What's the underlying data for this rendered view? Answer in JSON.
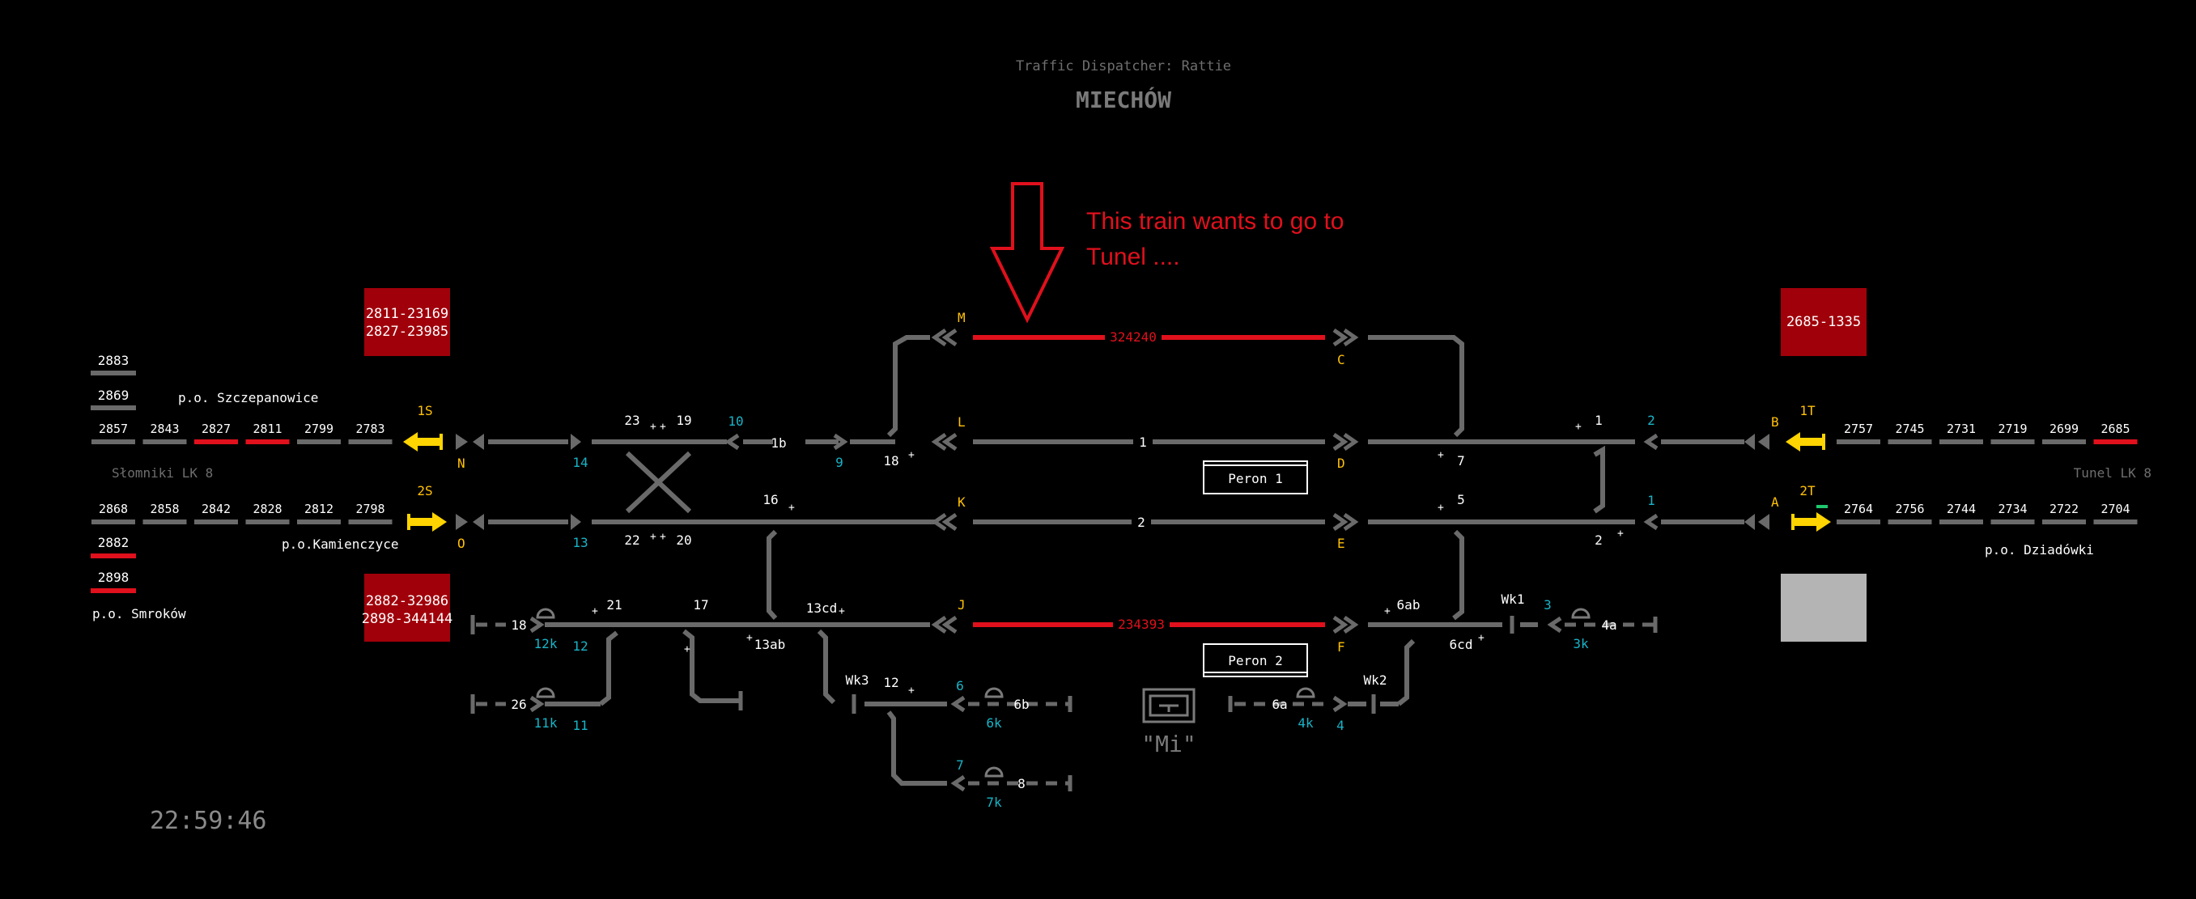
{
  "header": {
    "dispatcher": "Traffic Dispatcher: Rattie",
    "station": "MIECHÓW"
  },
  "clock": "22:59:46",
  "annotation": {
    "line1": "This train wants to go to",
    "line2": "Tunel ....",
    "color": "#e0101c"
  },
  "colors": {
    "track": "#6a6a6a",
    "occupied": "#e0101c",
    "signal_clear": "#ffd400",
    "platform_border": "#ffffff",
    "label_cyan": "#18b4c8",
    "label_yellow": "#ffc107"
  },
  "trains": {
    "west_top": [
      "2811-23169",
      "2827-23985"
    ],
    "west_bottom": [
      "2882-32986",
      "2898-344144"
    ],
    "east_top": "2685-1335"
  },
  "occupied_numbers": {
    "track_m": "324240",
    "track_j": "234393"
  },
  "platforms": {
    "p1": "Peron 1",
    "p2": "Peron 2"
  },
  "mi_label": "\"Mi\"",
  "directions": {
    "west": "Słomniki LK 8",
    "east": "Tunel LK 8"
  },
  "places": {
    "szczepanowice": "p.o. Szczepanowice",
    "kamienczyce": "p.o.Kamienczyce",
    "smrokow": "p.o. Smroków",
    "dziadowki": "p.o. Dziadówki"
  },
  "blocks": {
    "west_upper_stack": [
      "2883",
      "2869"
    ],
    "west_line1": [
      "2857",
      "2843",
      "2827",
      "2811",
      "2799",
      "2783"
    ],
    "west_line1_occupied": [
      false,
      false,
      true,
      true,
      false,
      false
    ],
    "west_line2": [
      "2868",
      "2858",
      "2842",
      "2828",
      "2812",
      "2798"
    ],
    "west_lower_stack": [
      "2882",
      "2898"
    ],
    "east_line1": [
      "2757",
      "2745",
      "2731",
      "2719",
      "2699",
      "2685"
    ],
    "east_line1_occupied": [
      false,
      false,
      false,
      false,
      false,
      true
    ],
    "east_line2": [
      "2764",
      "2756",
      "2744",
      "2734",
      "2722",
      "2704"
    ]
  },
  "signals": {
    "s1S": "1S",
    "s2S": "2S",
    "s1T": "1T",
    "s2T": "2T",
    "N": "N",
    "O": "O",
    "M": "M",
    "L": "L",
    "K": "K",
    "J": "J",
    "C": "C",
    "D": "D",
    "E": "E",
    "F": "F",
    "B": "B",
    "A": "A"
  },
  "track_labels": {
    "t1": "1",
    "t2": "2",
    "t1b": "1b",
    "t13cd": "13cd",
    "t13ab": "13ab",
    "t12": "12",
    "t6ab": "6ab",
    "t6cd": "6cd",
    "t6b": "6b",
    "t6a": "6a",
    "t8": "8",
    "t4a": "4a",
    "t18": "18",
    "t26": "26",
    "t21": "21",
    "t17": "17",
    "t16": "16",
    "t18b": "18",
    "t23": "23",
    "t19": "19",
    "t22": "22",
    "t20": "20",
    "t1e": "1",
    "t7": "7",
    "t5": "5",
    "t2e": "2",
    "wk1": "Wk1",
    "wk2": "Wk2",
    "wk3": "Wk3"
  },
  "cyan_labels": {
    "c10": "10",
    "c14": "14",
    "c9": "9",
    "c13": "13",
    "c12": "12",
    "c11": "11",
    "c12k": "12k",
    "c11k": "11k",
    "c6": "6",
    "c6k": "6k",
    "c7": "7",
    "c7k": "7k",
    "c4k": "4k",
    "c4": "4",
    "c3": "3",
    "c3k": "3k",
    "c2": "2",
    "c1": "1"
  }
}
